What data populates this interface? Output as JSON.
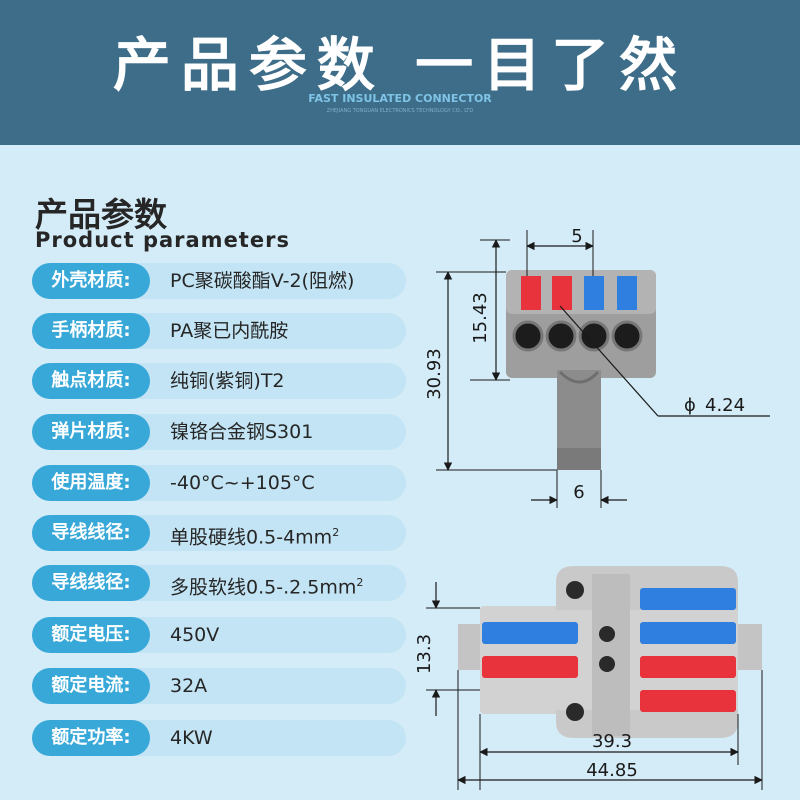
{
  "header": {
    "title": "产品参数 一目了然",
    "subtitle": "FAST INSULATED CONNECTOR",
    "company": "ZHEJIANG TONGUAN ELECTRONICS TECHNOLOGY CO., LTD"
  },
  "section": {
    "title": "产品参数",
    "subtitle": "Product parameters"
  },
  "params": [
    {
      "label": "外壳材质:",
      "value": "PC聚碳酸酯V-2(阻燃)"
    },
    {
      "label": "手柄材质:",
      "value": "PA聚已内酰胺"
    },
    {
      "label": "触点材质:",
      "value": "纯铜(紫铜)T2"
    },
    {
      "label": "弹片材质:",
      "value": "镍铬合金钢S301"
    },
    {
      "label": "使用温度:",
      "value": "-40°C~+105°C"
    },
    {
      "label": "导线线径:",
      "value": "单股硬线0.5-4mm",
      "sup": "2"
    },
    {
      "label": "导线线径:",
      "value": "多股软线0.5-.2.5mm",
      "sup": "2"
    },
    {
      "label": "额定电压:",
      "value": "450V"
    },
    {
      "label": "额定电流:",
      "value": "32A"
    },
    {
      "label": "额定功率:",
      "value": "4KW"
    }
  ],
  "dimensions": {
    "pitch": "5",
    "height_front": "15.43",
    "total_height": "30.93",
    "hole_diameter": "4.24",
    "hole_symbol": "ϕ",
    "tab_width": "6",
    "top_height": "13.3",
    "inner_width": "39.3",
    "total_width": "44.85"
  },
  "colors": {
    "header_bg": "#3d6d88",
    "page_bg": "#d4ecf8",
    "label_bg": "#38a8d8",
    "row_bg": "#c2e4f4",
    "lever_red": "#e8333c",
    "lever_blue": "#2f7fe0",
    "housing_gray": "#9a9a9a"
  }
}
